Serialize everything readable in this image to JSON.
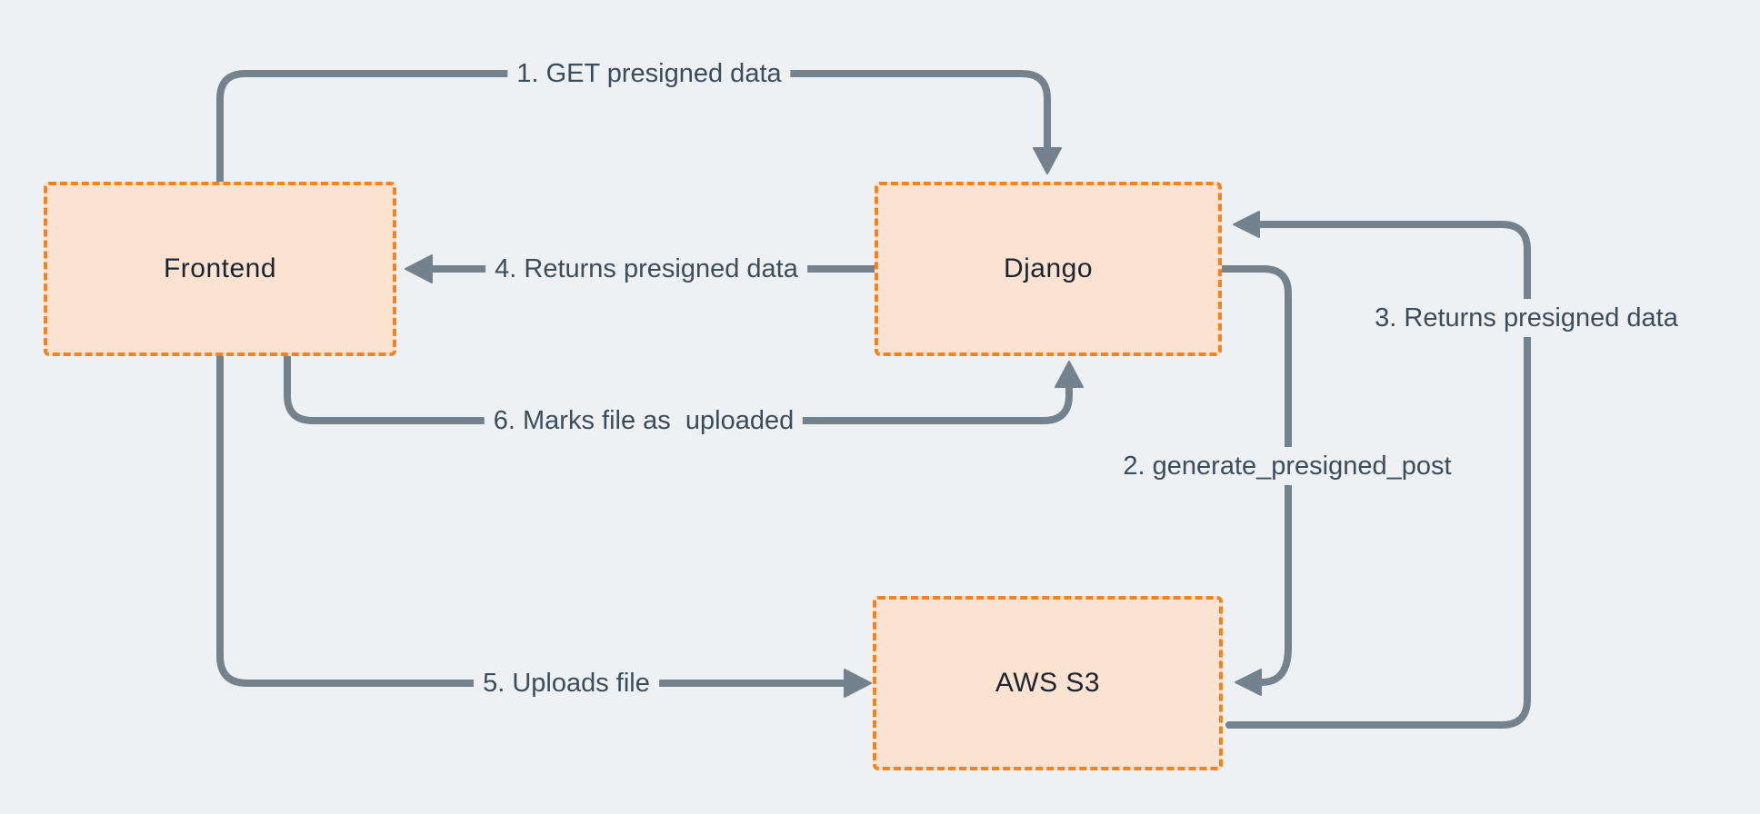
{
  "diagram": {
    "type": "flow-diagram",
    "nodes": [
      {
        "id": "frontend",
        "label": "Frontend"
      },
      {
        "id": "django",
        "label": "Django"
      },
      {
        "id": "aws-s3",
        "label": "AWS S3"
      }
    ],
    "edges": [
      {
        "id": "1",
        "label": "1. GET presigned data",
        "from": "frontend",
        "to": "django"
      },
      {
        "id": "2",
        "label": "2. generate_presigned_post",
        "from": "django",
        "to": "aws-s3"
      },
      {
        "id": "3",
        "label": "3. Returns presigned data",
        "from": "aws-s3",
        "to": "django"
      },
      {
        "id": "4",
        "label": "4. Returns presigned data",
        "from": "django",
        "to": "frontend"
      },
      {
        "id": "5",
        "label": "5. Uploads file",
        "from": "frontend",
        "to": "aws-s3"
      },
      {
        "id": "6",
        "label": "6. Marks file as  uploaded",
        "from": "frontend",
        "to": "django"
      }
    ]
  },
  "theme": {
    "background": "#EDF1F4",
    "node_fill": "#FCE3D1",
    "node_border": "#F5821F",
    "connector": "#74828E",
    "node_label_color": "#1B2430",
    "edge_label_color": "#3D4C59"
  }
}
